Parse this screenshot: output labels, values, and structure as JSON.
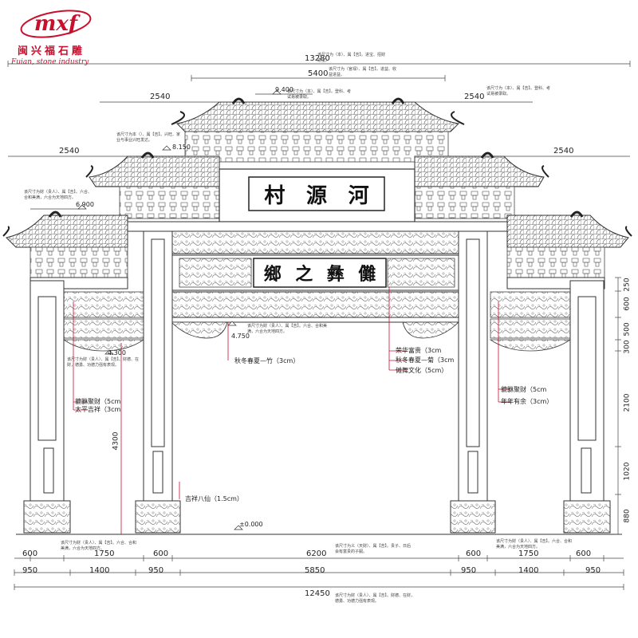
{
  "brand": {
    "logo_text": "mxf",
    "name_cn": "闽兴福石雕",
    "name_en": "Fuian, stone industry",
    "color": "#c8102e"
  },
  "plaques": {
    "top": [
      "村",
      "源",
      "河"
    ],
    "middle": [
      "鄉",
      "之",
      "彝",
      "儺"
    ]
  },
  "top_dimensions": {
    "overall": "13280",
    "level2": "5400",
    "left_upper": "2540",
    "right_upper": "2540",
    "left_lower": "2540",
    "right_lower": "2540"
  },
  "elevations": {
    "top": "9.400",
    "second": "8.150",
    "side": "6.900",
    "beam": "4.750",
    "column": "4.300",
    "ground": "±0.000"
  },
  "right_dimensions": [
    "250",
    "600",
    "500",
    "300",
    "2100",
    "1020",
    "880"
  ],
  "column_height": "4300",
  "bottom_dimensions": {
    "row1": [
      "600",
      "1750",
      "600",
      "6200",
      "600",
      "1750",
      "600"
    ],
    "row2": [
      "950",
      "1400",
      "950",
      "5850",
      "950",
      "1400",
      "950"
    ],
    "overall": "12450"
  },
  "annotations": {
    "a1": "该尺寸为（本）、属【吉】。进宝、招财进宝。",
    "a2": "该尺寸为（官禄）、属【吉】。进益、收益进益。",
    "a3": "该尺寸为（本）、属【吉】。登科、考试易被录取。",
    "a4": "该尺寸为（本）、属【吉】。登科、考试易被录取。",
    "a5": "该尺寸为本（）、属【吉】。兴旺、家业与事业兴旺发达。",
    "a6": "该尺寸为财（贵人）、属【吉】。六合、合和美满，六合为天地四方。",
    "a7": "该尺寸为财（贵人）、属【吉】。六合、合和美满，六合为天地四方。",
    "a8": "该尺寸为财（贵人）、属【吉】。财德、在财，德勇、功德力强有表现。",
    "a9": "该尺寸为财（贵人）、属【吉】。六合、合和美满，六合为天地四方。",
    "a10": "该尺寸为义（天财）、属【吉】。贵子、日后会有富贵的子嗣。",
    "a11": "该尺寸为财（贵人）、属【吉】。六合、合和美满，六合为天地四方。",
    "a12": "该尺寸为财（贵人）、属【吉】。财德、在财，德勇、功德力强有表现。"
  },
  "carving_labels": {
    "c1": "秋冬春夏—竹（3cm）",
    "c2": "荣华富贵（3cm",
    "c3": "秋冬春夏—菊（3cm",
    "c4": "傩舞文化（5cm）",
    "c5": "貔貅聚财（5cm",
    "c6": "太平吉祥（3cm",
    "c7": "貔貅聚财（5cm",
    "c8": "年年有余（3cm）",
    "c9": "吉祥八仙（1.5cm）"
  }
}
